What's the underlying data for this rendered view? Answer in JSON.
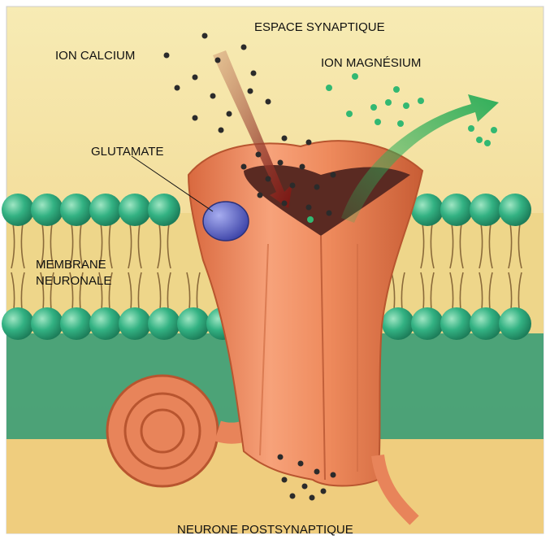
{
  "labels": {
    "synaptic_space": "ESPACE SYNAPTIQUE",
    "calcium_ion": "ION CALCIUM",
    "magnesium_ion": "ION MAGNÉSIUM",
    "glutamate": "GLUTAMATE",
    "membrane_line1": "MEMBRANE",
    "membrane_line2": "NEURONALE",
    "postsynaptic_neuron": "NEURONE POSTSYNAPTIQUE"
  },
  "colors": {
    "background_top": "#f6e7a8",
    "background_bottom": "#efcf7c",
    "lipid_head": "#2fae80",
    "lipid_tail": "#8a6a3a",
    "membrane_core": "#e9c970",
    "channel": "#ee8a5c",
    "channel_shadow": "#c9623a",
    "calcium_dot": "#2b2b2b",
    "magnesium_dot": "#32b872",
    "calcium_arrow": "#8a1f1a",
    "magnesium_arrow": "#2fae5a",
    "glutamate": "#5a63c8"
  }
}
